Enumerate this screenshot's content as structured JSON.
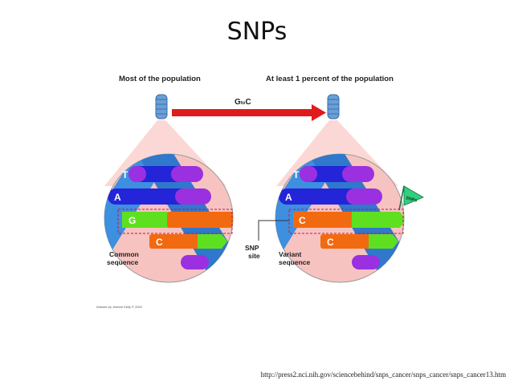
{
  "title": "SNPs",
  "left_heading": "Most of the population",
  "right_heading": "At least 1 percent of the population",
  "arrow_label": {
    "big1": "G",
    "small": "to",
    "big2": "C"
  },
  "left_panel": {
    "bases": [
      "T",
      "A",
      "G",
      "C"
    ],
    "label_line1": "Common",
    "label_line2": "sequence"
  },
  "right_panel": {
    "bases": [
      "T",
      "A",
      "C",
      "C"
    ],
    "label_line1": "Variant",
    "label_line2": "sequence",
    "flag_text": "SNPs"
  },
  "snp_site_line1": "SNP",
  "snp_site_line2": "site",
  "artwork_credit": "Artwork by Jeanne Kelly © 2002",
  "source_url": "http://press2.nci.nih.gov/sciencebehind/snps_cancer/snps_cancer/snps_cancer13.htm",
  "colors": {
    "arrow": "#e01b1b",
    "circle": "#f7c3c0",
    "helix_blue": "#3d8fe0",
    "purple": "#9b30e0",
    "blue": "#2424d8",
    "orange": "#f26a10",
    "green": "#5ee020"
  }
}
